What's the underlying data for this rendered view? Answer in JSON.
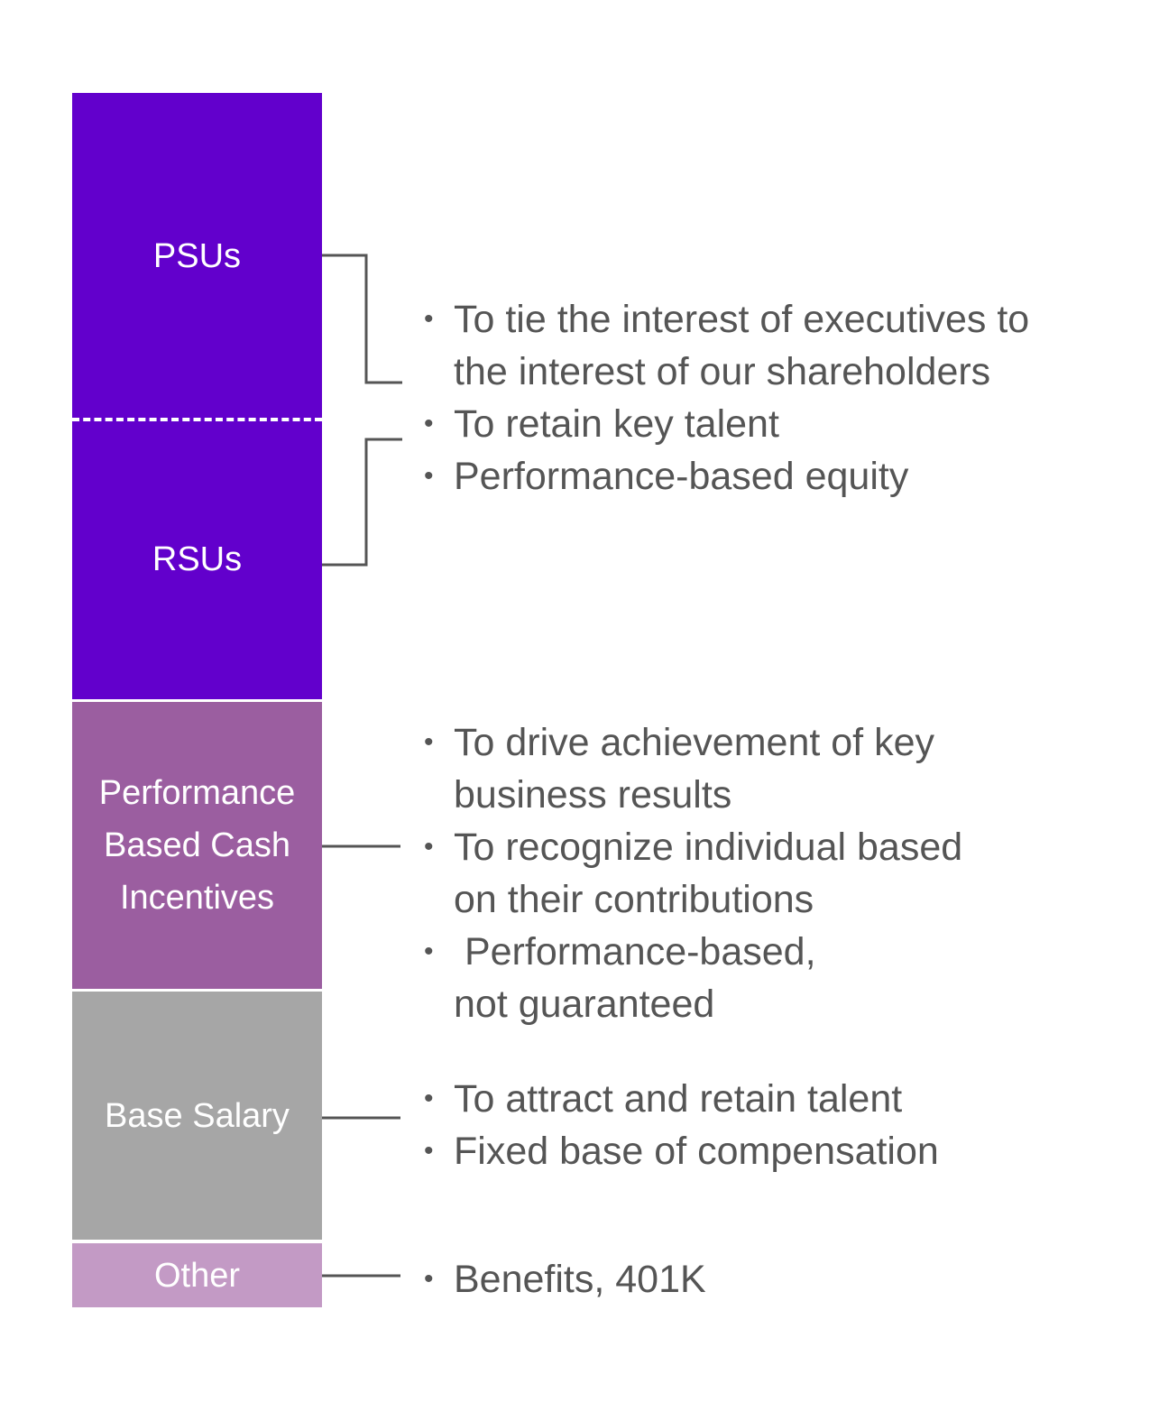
{
  "segments": {
    "psus": "PSUs",
    "rsus": "RSUs",
    "cash": [
      "Performance",
      "Based Cash",
      "Incentives"
    ],
    "base": "Base Salary",
    "other": "Other"
  },
  "colors": {
    "equity": "#6200cc",
    "cash": "#9b5ea0",
    "base": "#a6a6a6",
    "other": "#c39ac5",
    "text": "#555555"
  },
  "bullets": {
    "equity": [
      "To tie the interest of executives to the interest of our shareholders",
      "To retain key talent",
      "Performance-based equity"
    ],
    "cash": [
      "To drive achievement of key business results",
      "To recognize individual based on their contributions",
      " Performance-based, not guaranteed"
    ],
    "base": [
      "To attract and retain talent",
      "Fixed base of compensation"
    ],
    "other": [
      "Benefits, 401K"
    ]
  }
}
